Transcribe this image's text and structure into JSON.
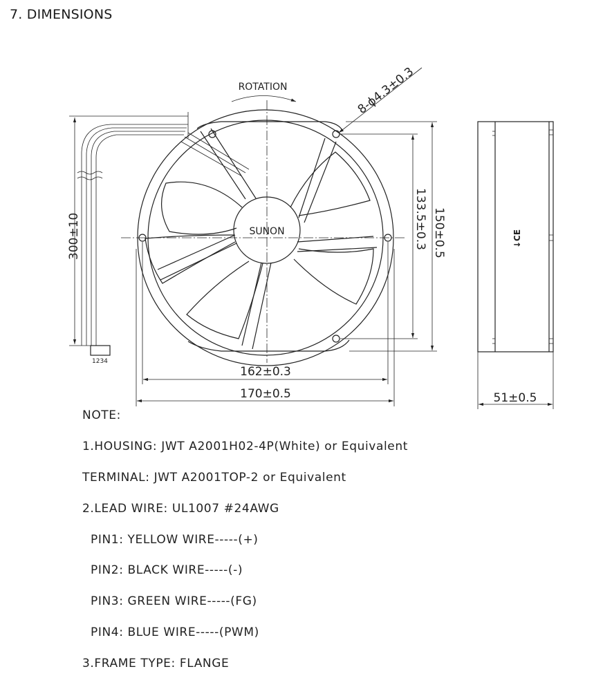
{
  "title": "7. DIMENSIONS",
  "labels": {
    "rotation": "ROTATION",
    "hole_spec": "8-ϕ4.3±0.3",
    "brand": "SUNON",
    "lead_length": "300±10",
    "pin_numbers": "1234",
    "hole_spacing": "162±0.3",
    "frame_width": "170±0.5",
    "hole_spacing_vertical": "133.5±0.3",
    "frame_height": "150±0.5",
    "depth": "51±0.5"
  },
  "notes": {
    "heading": "NOTE:",
    "housing": "1.HOUSING: JWT A2001H02-4P(White) or Equivalent",
    "terminal": "TERMINAL: JWT A2001TOP-2 or Equivalent",
    "lead_wire": "2.LEAD WIRE: UL1007 #24AWG",
    "pin1": "PIN1: YELLOW WIRE-----(+)",
    "pin2": "PIN2: BLACK WIRE-----(-)",
    "pin3": "PIN3: GREEN WIRE-----(FG)",
    "pin4": "PIN4: BLUE WIRE-----(PWM)",
    "frame_type": "3.FRAME TYPE: FLANGE"
  }
}
